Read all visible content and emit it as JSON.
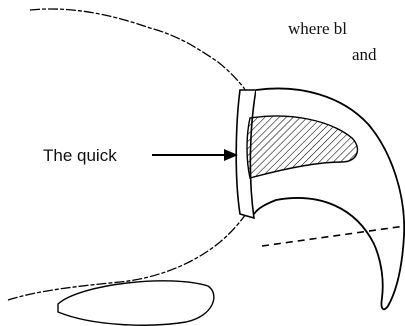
{
  "labels": {
    "quick": "The quick"
  },
  "caption_partial": {
    "line1": "where bl",
    "line2": "and"
  }
}
